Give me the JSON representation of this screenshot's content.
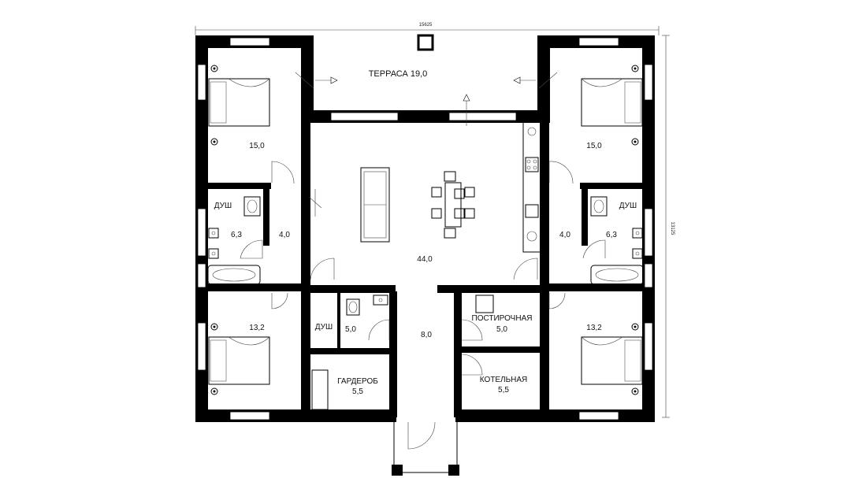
{
  "dimensions": {
    "width_label": "15625",
    "height_label": "13125"
  },
  "rooms": {
    "terrace": "ТЕРРАСА 19,0",
    "bedroom_top_left": "15,0",
    "bedroom_top_right": "15,0",
    "shower_left_label": "ДУШ",
    "shower_left_area": "6,3",
    "shower_right_label": "ДУШ",
    "shower_right_area": "6,3",
    "hall_left": "4,0",
    "hall_right": "4,0",
    "living": "44,0",
    "bedroom_bottom_left": "13,2",
    "bedroom_bottom_right": "13,2",
    "shower_small_label": "ДУШ",
    "shower_small_area": "5,0",
    "corridor": "8,0",
    "laundry_label": "ПОСТИРОЧНАЯ",
    "laundry_area": "5,0",
    "wardrobe_label": "ГАРДЕРОБ",
    "wardrobe_area": "5,5",
    "boiler_label": "КОТЕЛЬНАЯ",
    "boiler_area": "5,5"
  }
}
